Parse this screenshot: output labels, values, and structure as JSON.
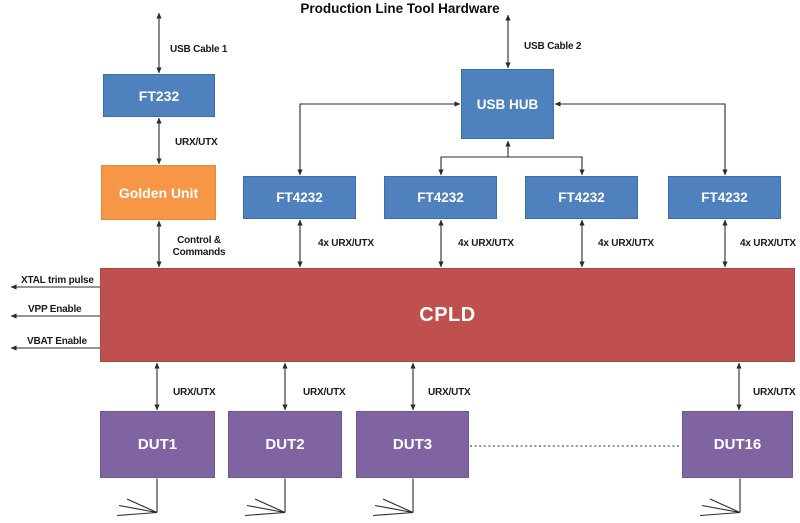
{
  "title": "Production Line Tool Hardware",
  "colors": {
    "box_blue": "#4e81bd",
    "box_orange": "#f79646",
    "box_red": "#c0504d",
    "box_purple": "#8064a2",
    "wire": "#2b2b2b"
  },
  "nodes": {
    "ft232": "FT232",
    "golden_unit": "Golden Unit",
    "usb_hub": "USB HUB",
    "ft4232": "FT4232",
    "cpld": "CPLD",
    "dut1": "DUT1",
    "dut2": "DUT2",
    "dut3": "DUT3",
    "dut16": "DUT16"
  },
  "labels": {
    "usb_cable_1": "USB Cable 1",
    "usb_cable_2": "USB Cable 2",
    "urx_utx": "URX/UTX",
    "urx_utx_4x": "4x URX/UTX",
    "control_commands": "Control &\nCommands",
    "xtal_trim_pulse": "XTAL trim pulse",
    "vpp_enable": "VPP Enable",
    "vbat_enable": "VBAT Enable"
  }
}
